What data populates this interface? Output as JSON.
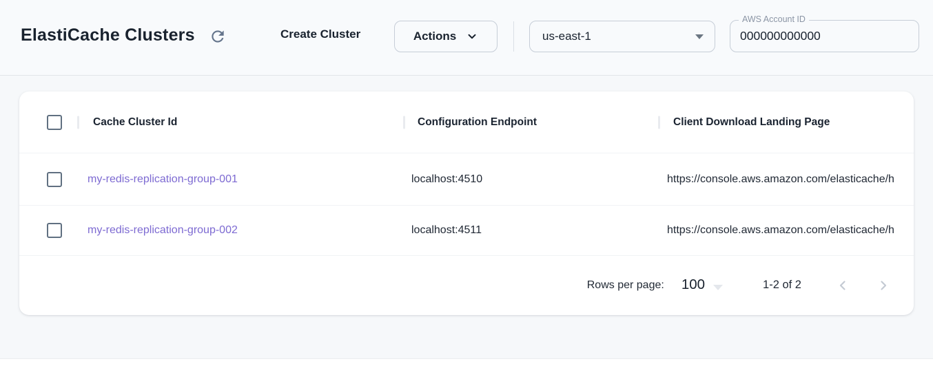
{
  "header": {
    "title": "ElastiCache Clusters",
    "create_button_label": "Create Cluster",
    "actions_button_label": "Actions",
    "region": {
      "selected": "us-east-1"
    },
    "account_field": {
      "label": "AWS Account ID",
      "value": "000000000000"
    }
  },
  "table": {
    "columns": [
      "Cache Cluster Id",
      "Configuration Endpoint",
      "Client Download Landing Page"
    ],
    "rows": [
      {
        "id": "my-redis-replication-group-001",
        "endpoint": "localhost:4510",
        "landing_page": "https://console.aws.amazon.com/elasticache/h"
      },
      {
        "id": "my-redis-replication-group-002",
        "endpoint": "localhost:4511",
        "landing_page": "https://console.aws.amazon.com/elasticache/h"
      }
    ],
    "pagination": {
      "rows_per_page_label": "Rows per page:",
      "rows_per_page_value": "100",
      "range_label": "1-2 of 2"
    }
  },
  "colors": {
    "link_purple": "#7d6ad2",
    "icon_slate": "#64748b",
    "card_background": "#ffffff",
    "page_background": "#f6f8fa"
  }
}
